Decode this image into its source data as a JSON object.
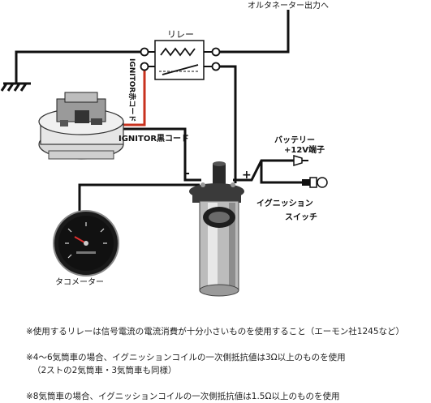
{
  "labels": {
    "alternator_output": "オルタネーター出力へ",
    "relay": "リレー",
    "ignitor_red": "IGNITOR赤コード",
    "ignitor_black": "IGNITOR黒コード",
    "minus": "-",
    "plus": "+",
    "battery": "バッテリー",
    "battery_terminal": "+12V端子",
    "ignition_switch_1": "イグニッション",
    "ignition_switch_2": "スイッチ",
    "tachometer": "タコメーター"
  },
  "notes": {
    "note1": "※使用するリレーは信号電流の電流消費が十分小さいものを使用すること（エーモン社1245など）",
    "note2_line1": "※4～6気筒車の場合、イグニッションコイルの一次側抵抗値は3Ω以上のものを使用",
    "note2_line2": "（2ストの2気筒車・3気筒車も同様）",
    "note3": "※8気筒車の場合、イグニッションコイルの一次側抵抗値は1.5Ω以上のものを使用"
  },
  "colors": {
    "wire": "#111111",
    "red_wire": "#c8321e"
  }
}
